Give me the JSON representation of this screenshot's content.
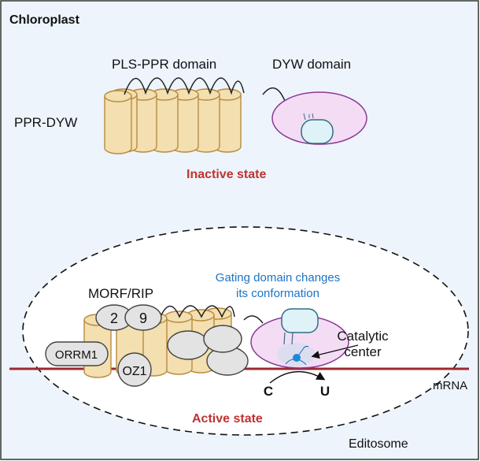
{
  "title": "Chloroplast",
  "inactive": {
    "protein_label": "PPR-DYW",
    "pls_label": "PLS-PPR domain",
    "dyw_label": "DYW domain",
    "state_label": "Inactive state"
  },
  "active": {
    "morf_label": "MORF/RIP",
    "morf_subunits": [
      "2",
      "9"
    ],
    "orrm1_label": "ORRM1",
    "oz1_label": "OZ1",
    "gating_label_line1": "Gating domain changes",
    "gating_label_line2": "its conformation",
    "catalytic_label_line1": "Catalytic",
    "catalytic_label_line2": "center",
    "base_from": "C",
    "base_to": "U",
    "mrna_label": "mRNA",
    "state_label": "Active state",
    "complex_label": "Editosome"
  },
  "colors": {
    "background": "#edf4fc",
    "ppr_fill": "#f3dfb0",
    "ppr_stroke": "#b98a3e",
    "dyw_fill": "#f4dcf5",
    "dyw_stroke": "#8b3a94",
    "gate_fill": "#dff2f7",
    "gate_stroke": "#2f6f80",
    "state_red": "#c0322f",
    "gating_blue": "#1c74c4",
    "mrna": "#9b2a2f",
    "grey_protein": "#e3e3e3"
  }
}
